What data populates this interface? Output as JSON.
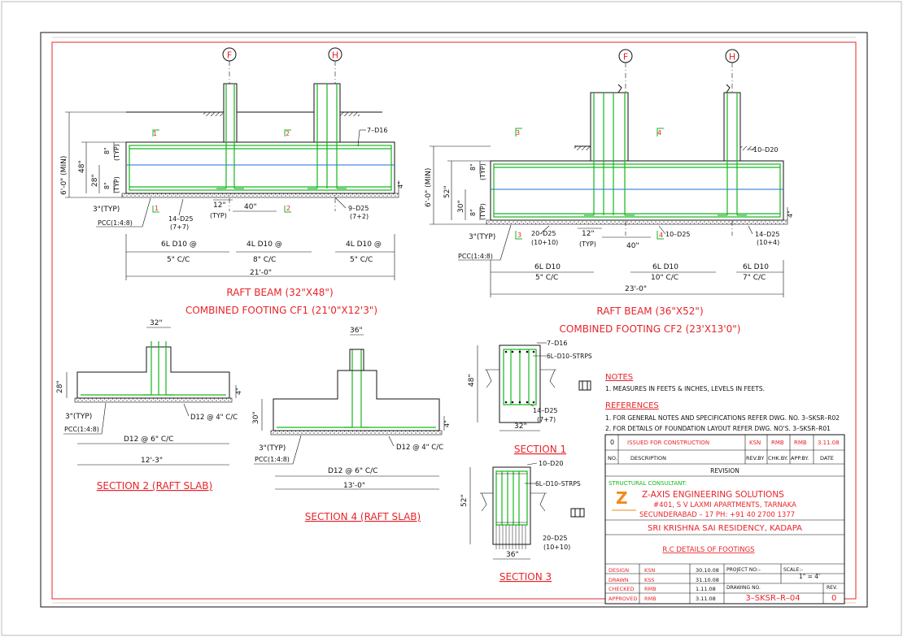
{
  "grid_labels": {
    "F": "F",
    "H": "H"
  },
  "cf1": {
    "title1": "RAFT BEAM (32\"X48\")",
    "title2": "COMBINED FOOTING CF1 (21'0\"X12'3\")",
    "dim_6ft": "6'-0\" (MIN)",
    "dim_48": "48\"",
    "dim_28": "28\"",
    "dim_8_top": "8\"",
    "typ_top": "(TYP)",
    "dim_8_bot": "8\"",
    "typ_bot": "(TYP)",
    "dim_4": "4\"",
    "bar_top": "7–D16",
    "bar_bot_left": "14–D25",
    "bar_bot_left2": "(7+7)",
    "bar_bot_right": "9–D25",
    "bar_bot_right2": "(7+2)",
    "pcc_3": "3\"(TYP)",
    "pcc": "PCC(1:4:8)",
    "dim_12": "12\"",
    "typ_12": "(TYP)",
    "dim_40": "40\"",
    "sec1": "1",
    "sec2": "2",
    "st_l1": "6L D10 @",
    "st_l2": "5\" C/C",
    "st_m1": "4L D10 @",
    "st_m2": "8\" C/C",
    "st_r1": "4L D10 @",
    "st_r2": "5\" C/C",
    "len": "21'-0\""
  },
  "cf2": {
    "title1": "RAFT BEAM (36\"X52\")",
    "title2": "COMBINED FOOTING CF2 (23'X13'0\")",
    "dim_6ft": "6'-0\" (MIN)",
    "dim_52": "52\"",
    "dim_30": "30\"",
    "dim_8_top": "8\"",
    "typ_top": "(TYP)",
    "dim_8_bot": "8\"",
    "typ_bot": "(TYP)",
    "dim_4": "4\"",
    "bar_top": "10–D20",
    "bar_a": "20–D25",
    "bar_a2": "(10+10)",
    "bar_b": "10–D25",
    "bar_c": "14–D25",
    "bar_c2": "(10+4)",
    "pcc_3": "3\"(TYP)",
    "pcc": "PCC(1:4:8)",
    "dim_12": "12\"",
    "typ_12": "(TYP)",
    "dim_40": "40\"",
    "sec3": "3",
    "sec4": "4",
    "st_l1": "6L D10",
    "st_l2": "5\" C/C",
    "st_m1": "6L D10",
    "st_m2": "10\" C/C",
    "st_r1": "6L D10",
    "st_r2": "7\" C/C",
    "len": "23'-0\""
  },
  "sec2": {
    "title": "SECTION 2 (RAFT SLAB)",
    "dim_32": "32\"",
    "dim_28": "28\"",
    "dim_4": "4\"",
    "pcc_3": "3\"(TYP)",
    "pcc": "PCC(1:4:8)",
    "bar": "D12 @ 4\" C/C",
    "bot1": "D12 @ 6\" C/C",
    "bot2": "12'-3\""
  },
  "sec4": {
    "title": "SECTION 4 (RAFT SLAB)",
    "dim_36": "36\"",
    "dim_30": "30\"",
    "dim_4": "4\"",
    "pcc_3": "3\"(TYP)",
    "pcc": "PCC(1:4:8)",
    "bar": "D12 @ 4\" C/C",
    "bot1": "D12 @ 6\" C/C",
    "bot2": "13'-0\""
  },
  "sec1": {
    "title": "SECTION 1",
    "bar_top": "7–D16",
    "stirrup": "6L–D10–STRPS",
    "dim_48": "48\"",
    "bar_bot": "14–D25",
    "bar_bot2": "(7+7)",
    "dim_32": "32\""
  },
  "sec3": {
    "title": "SECTION 3",
    "bar_top": "10–D20",
    "stirrup": "6L–D10–STRPS",
    "dim_52": "52\"",
    "bar_bot": "20–D25",
    "bar_bot2": "(10+10)",
    "dim_36": "36\""
  },
  "notes": {
    "head": "NOTES",
    "n1": "1. MEASURES IN FEETS & INCHES, LEVELS IN FEETS.",
    "ref_head": "REFERENCES",
    "r1": "1. FOR GENERAL NOTES AND SPECIFICATIONS REFER DWG. NO. 3–SKSR–R02",
    "r2": "2. FOR DETAILS OF FOUNDATION LAYOUT  REFER DWG. NO'S. 3–SKSR–R01"
  },
  "revision": {
    "row_no": "0",
    "row_desc": "ISSUED FOR CONSTRUCTION",
    "row_rev": "KSN",
    "row_chk": "RMB",
    "row_app": "RMB",
    "row_date": "3.11.08",
    "h_no": "NO.",
    "h_desc": "DESCRIPTION",
    "h_rev": "REV.BY",
    "h_chk": "CHK.BY.",
    "h_app": "APP.BY.",
    "h_date": "DATE",
    "label": "REVISION"
  },
  "consultant": {
    "label": "STRUCTURAL CONSULTANT:",
    "name": "Z-AXIS ENGINEERING SOLUTIONS",
    "addr1": "#401, S V LAXMI APARTMENTS, TARNAKA",
    "addr2": "SECUNDERABAD – 17 PH:  +91 40 2700 1377",
    "logo_letter": "Z"
  },
  "project": {
    "name": "SRI KRISHNA SAI RESIDENCY, KADAPA",
    "title": "R.C DETAILS OF FOOTINGS"
  },
  "signoff": {
    "design": "DESIGN",
    "design_by": "KSN",
    "design_date": "30.10.08",
    "drawn": "DRAWN",
    "drawn_by": "KSS",
    "drawn_date": "31.10.08",
    "checked": "CHECKED",
    "checked_by": "RMB",
    "checked_date": "1.11.08",
    "approved": "APPROVED",
    "approved_by": "RMB",
    "approved_date": "3.11.08",
    "project_no": "PROJECT NO:–",
    "scale_label": "SCALE:–",
    "scale": "1\" = 4'",
    "drawing_no_label": "DRAWING NO.",
    "drawing_no": "3–SKSR–R–04",
    "rev_label": "REV.",
    "rev": "0"
  },
  "colors": {
    "red": "#e8242a",
    "green": "#16b61d",
    "blue": "#1e6fd6",
    "black": "#111111"
  }
}
